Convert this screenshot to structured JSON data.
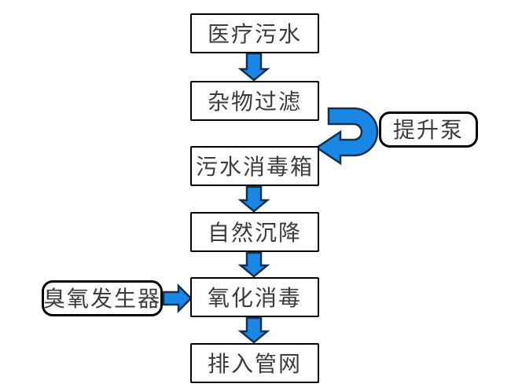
{
  "diagram": {
    "type": "flowchart",
    "nodes": [
      {
        "id": "medical-wastewater",
        "label": "医疗污水",
        "shape": "rect"
      },
      {
        "id": "debris-filtration",
        "label": "杂物过滤",
        "shape": "rect"
      },
      {
        "id": "sewage-disinfection-tank",
        "label": "污水消毒箱",
        "shape": "rect"
      },
      {
        "id": "natural-sedimentation",
        "label": "自然沉降",
        "shape": "rect"
      },
      {
        "id": "oxidation-disinfection",
        "label": "氧化消毒",
        "shape": "rect"
      },
      {
        "id": "discharge-pipe-network",
        "label": "排入管网",
        "shape": "rect"
      },
      {
        "id": "lift-pump",
        "label": "提升泵",
        "shape": "rounded"
      },
      {
        "id": "ozone-generator",
        "label": "臭氧发生器",
        "shape": "rounded"
      }
    ],
    "edges": [
      {
        "from": "医疗污水",
        "to": "杂物过滤",
        "type": "straight-down"
      },
      {
        "from": "杂物过滤",
        "to": "污水消毒箱",
        "type": "u-turn-right",
        "via": "提升泵"
      },
      {
        "from": "污水消毒箱",
        "to": "自然沉降",
        "type": "straight-down"
      },
      {
        "from": "自然沉降",
        "to": "氧化消毒",
        "type": "straight-down"
      },
      {
        "from": "臭氧发生器",
        "to": "氧化消毒",
        "type": "straight-right"
      },
      {
        "from": "氧化消毒",
        "to": "排入管网",
        "type": "straight-down"
      }
    ],
    "colors": {
      "arrow_fill": "#1b87e5",
      "arrow_stroke": "#16314f",
      "node_border": "#000000",
      "node_fill": "#ffffff",
      "text": "#3c3c3c",
      "background": "#ffffff"
    }
  }
}
